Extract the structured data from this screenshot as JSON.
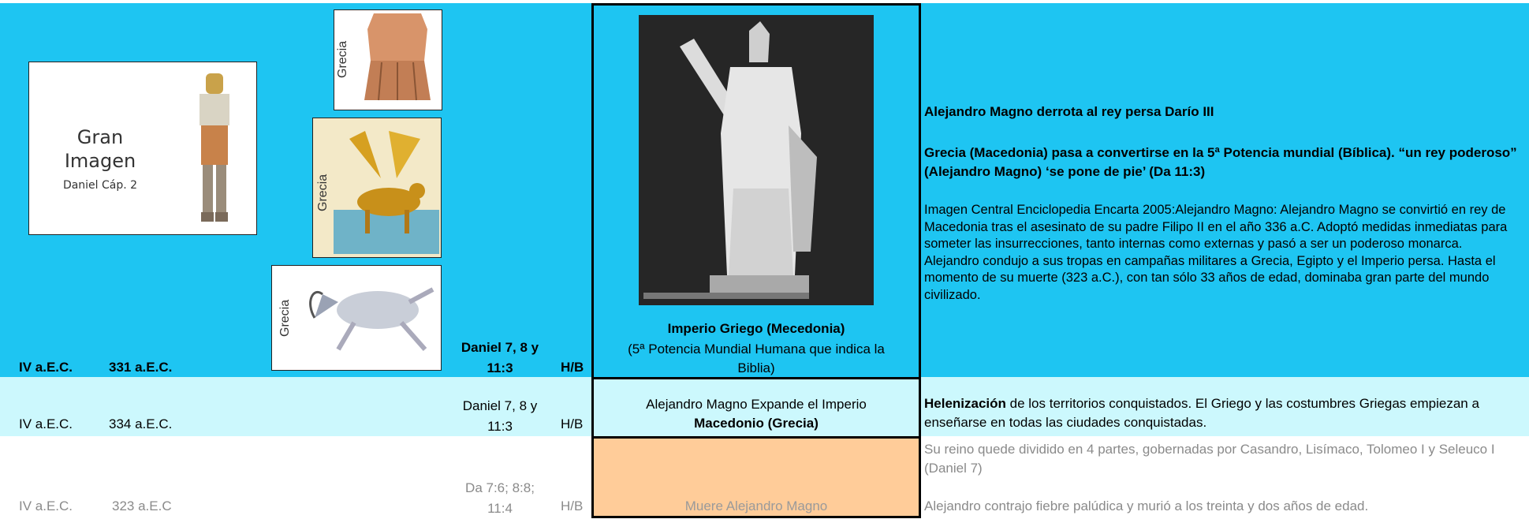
{
  "row1": {
    "century": "IV a.E.C.",
    "year": "331 a.E.C.",
    "reference": "Daniel 7, 8 y 11:3",
    "hb": "H/B",
    "empire_title": "Imperio Griego (Mecedonia)",
    "empire_subtitle": "(5ª Potencia Mundial Humana que indica la Biblia)",
    "heading1": "Alejandro Magno derrota al rey persa Darío III",
    "heading2": "Grecia (Macedonia) pasa a convertirse en la 5ª Potencia mundial (Bíblica). “un rey poderoso” (Alejandro Magno) ‘se pone de pie’ (Da 11:3)",
    "description": "Imagen Central Enciclopedia Encarta 2005:Alejandro Magno: Alejandro Magno se convirtió en rey de Macedonia tras el asesinato de su padre Filipo II en el año 336 a.C. Adoptó medidas inmediatas para someter las insurrecciones, tanto internas como externas y pasó a ser un poderoso monarca. Alejandro condujo a sus tropas en campañas militares a Grecia, Egipto y el Imperio persa. Hasta el momento de su muerte (323 a.C.), con tan sólo 33 años de edad, dominaba gran parte del mundo civilizado."
  },
  "gran_imagen": {
    "line1": "Gran",
    "line2": "Imagen",
    "line3": "Daniel Cáp. 2"
  },
  "thumb_labels": {
    "statue": "Grecia",
    "leopard": "Grecia",
    "goat": "Grecia"
  },
  "row2": {
    "century": "IV a.E.C.",
    "year": "334 a.E.C.",
    "reference": "Daniel 7, 8 y 11:3",
    "hb": "H/B",
    "empire_line1": "Alejandro Magno Expande el Imperio",
    "empire_line2": "Macedonio (Grecia)",
    "desc_bold": "Helenización",
    "desc_rest": " de los territorios conquistados. El Griego y las costumbres Griegas empiezan a enseñarse en todas las ciudades conquistadas."
  },
  "row3": {
    "century": "IV a.E.C.",
    "year": "323 a.E.C",
    "reference": "Da 7:6; 8:8; 11:4",
    "hb": "H/B",
    "empire": "Muere Alejandro Magno",
    "desc_top": "Su reino quede dividido en 4 partes, gobernadas por Casandro, Lisímaco, Tolomeo I y Seleuco I (Daniel 7)",
    "desc_bottom": "Alejandro contrajo fiebre palúdica y murió a los treinta y dos años de edad."
  },
  "colors": {
    "band1": "#1ec5f2",
    "band2": "#ccf8fd",
    "band3": "#ffffff",
    "death_cell": "#ffcc99"
  }
}
